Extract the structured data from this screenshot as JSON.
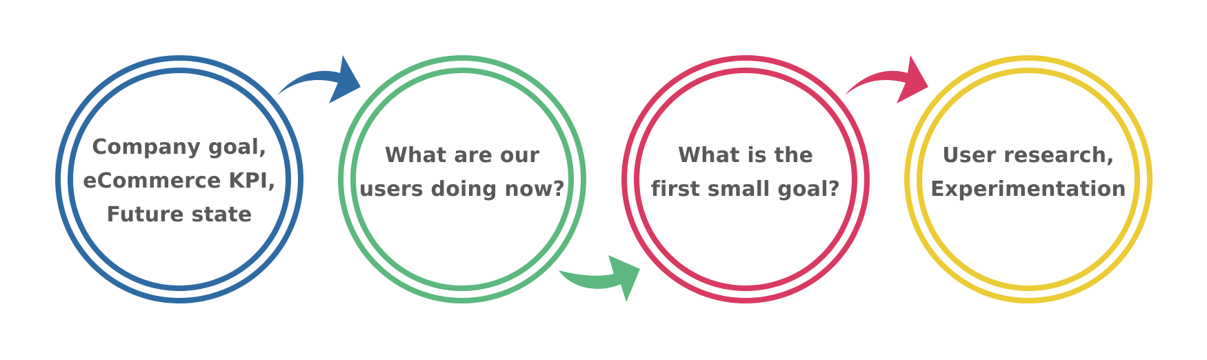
{
  "steps": [
    {
      "lines": [
        "Company goal,",
        "eCommerce KPI,",
        "Future state"
      ],
      "color": "#2E6AA3",
      "icon": "double-ring-circle"
    },
    {
      "lines": [
        "What are our",
        "users doing now?"
      ],
      "color": "#5CB87E",
      "icon": "double-ring-circle"
    },
    {
      "lines": [
        "What is the",
        "first small goal?"
      ],
      "color": "#D93A62",
      "icon": "double-ring-circle"
    },
    {
      "lines": [
        "User research,",
        "Experimentation"
      ],
      "color": "#ECCB35",
      "icon": "double-ring-circle"
    }
  ],
  "connectors": [
    {
      "from": 1,
      "to": 2,
      "color": "#2E6AA3",
      "icon": "curved-arrow-up-right-icon"
    },
    {
      "from": 2,
      "to": 3,
      "color": "#5CB87E",
      "icon": "curved-arrow-down-right-icon"
    },
    {
      "from": 3,
      "to": 4,
      "color": "#D93A62",
      "icon": "curved-arrow-up-right-icon"
    }
  ]
}
